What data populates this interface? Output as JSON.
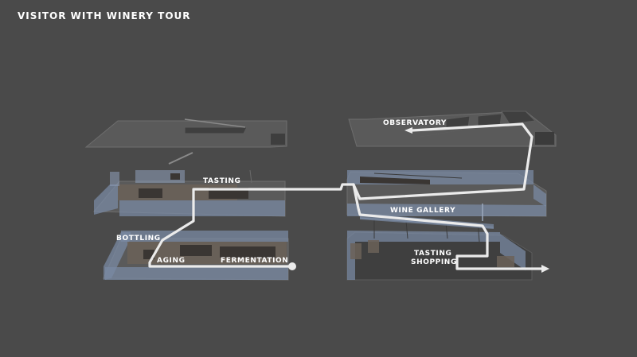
{
  "title": "VISITOR WITH WINERY TOUR",
  "labels": {
    "observatory": "OBSERVATORY",
    "tasting": "TASTING",
    "wine_gallery": "WINE GALLERY",
    "bottling": "BOTTLING",
    "aging": "AGING",
    "fermentation": "FERMENTATION",
    "tasting_shopping_1": "TASTING",
    "tasting_shopping_2": "SHOPPING"
  },
  "colors": {
    "background": "#4a4a4a",
    "route": "#ebebeb",
    "glass": "#7a8aa3",
    "label": "#ffffff"
  }
}
